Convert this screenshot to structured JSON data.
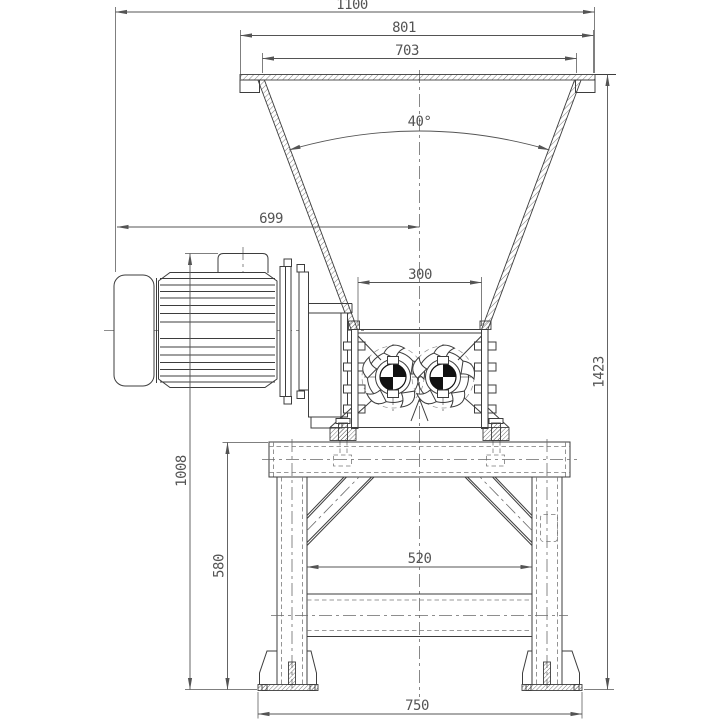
{
  "drawing": {
    "colors": {
      "line": "#3d3d3d",
      "dimension": "#545454",
      "background": "#ffffff"
    },
    "dims": {
      "overall_width": "1100",
      "hopper_outer_width": "801",
      "hopper_opening_width": "703",
      "hopper_wall_angle": "40°",
      "motor_edge_to_center": "699",
      "chamber_opening_width": "300",
      "height_to_motor_top": "1008",
      "stand_height": "580",
      "overall_height": "1423",
      "stand_inner_width": "520",
      "foot_span": "750"
    }
  }
}
